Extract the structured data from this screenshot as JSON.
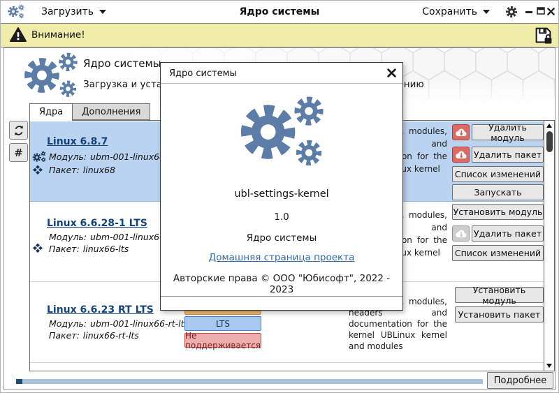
{
  "titlebar": {
    "load_label": "Загрузить",
    "title": "Ядро системы",
    "save_label": "Сохранить"
  },
  "warning_bar": {
    "label": "Внимание!"
  },
  "header": {
    "title": "Ядро системы",
    "subtitle": "Загрузка и установка ядер и модулей ядра системы по требованию"
  },
  "tabs": [
    {
      "label": "Ядра"
    },
    {
      "label": "Дополнения"
    }
  ],
  "sidebar": {
    "hash_label": "#"
  },
  "labels": {
    "module": "Модуль:",
    "package": "Пакет:"
  },
  "kernels": [
    {
      "name": "Linux 6.8.7",
      "module": "ubm-001-linux68",
      "package": "linux68",
      "description": "Linux kernel, modules, headers and documentation for the kernel UBLinux kernel",
      "actions": {
        "delete_module": "Удалить модуль",
        "delete_package": "Удалить пакет",
        "changelog": "Список изменений",
        "launch": "Запускать"
      }
    },
    {
      "name": "Linux 6.6.28-1 LTS",
      "module": "ubm-001-linux66-lts",
      "package": "linux66-lts",
      "description": "Linux kernel, modules, headers and documentation for the kernel UBLinux kernel",
      "actions": {
        "install_module": "Установить модуль",
        "delete_package": "Удалить пакет",
        "changelog": "Список изменений"
      }
    },
    {
      "name": "Linux 6.6.23 RT LTS",
      "module": "ubm-001-linux66-rt-lts",
      "package": "linux66-rt-lts",
      "badges": [
        {
          "label": "LTS"
        },
        {
          "label": "Не поддерживается"
        }
      ],
      "description": "Linux kernel, modules, headers and documentation for the kernel UBLinux kernel and modules",
      "actions": {
        "install_module": "Установить модуль",
        "install_package": "Установить пакет"
      }
    }
  ],
  "modal": {
    "title": "Ядро системы",
    "app_name": "ubl-settings-kernel",
    "version": "1.0",
    "description": "Ядро системы",
    "homepage_link": "Домашняя страница проекта",
    "copyright": "Авторские права © ООО \"Юбисофт\", 2022 - 2023"
  },
  "footer": {
    "details_label": "Подробнее"
  },
  "colors": {
    "accent_gear_blue": "#5b7da8",
    "selected_row": "#b9d3f0",
    "warning_bg": "#f0eca9",
    "badge_lts_bg": "#a9c8ef",
    "badge_unsupported_bg": "#efaeae",
    "hidden_badge_bg": "#f2bd72",
    "delete_icon_bg": "#dd6a62",
    "install_icon_bg": "#cdcdcd",
    "progress_fill": "#1d4e78",
    "progress_track": "#a9c2da",
    "kernel_link": "#15437d",
    "homepage_link": "#2e6bb0"
  }
}
